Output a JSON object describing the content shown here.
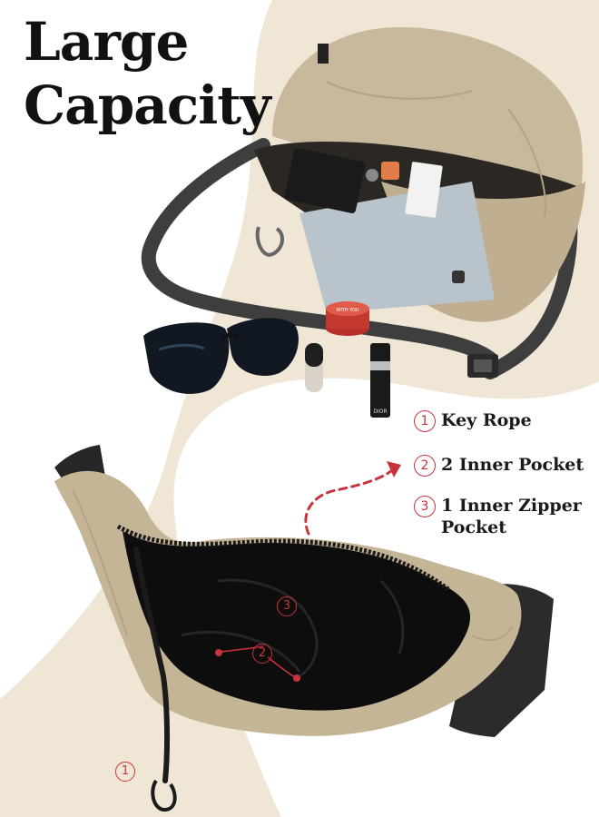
{
  "title": {
    "line1": "Large",
    "line2": "Capacity"
  },
  "features": [
    {
      "number": "1",
      "label": "Key Rope"
    },
    {
      "number": "2",
      "label": "2 Inner Pocket"
    },
    {
      "number": "3",
      "label": "1 Inner Zipper Pocket"
    }
  ],
  "markers": {
    "key_rope": "1",
    "inner_pocket": "2",
    "zipper_pocket": "3"
  },
  "colors": {
    "accent": "#c8343b",
    "bag": "#c7b79a",
    "strap": "#3a3a3a",
    "background_swoosh": "#efe6d6"
  },
  "product_labels": {
    "lip_balm_lid": "WITH YOU",
    "lipstick_cap": "DIOR"
  }
}
